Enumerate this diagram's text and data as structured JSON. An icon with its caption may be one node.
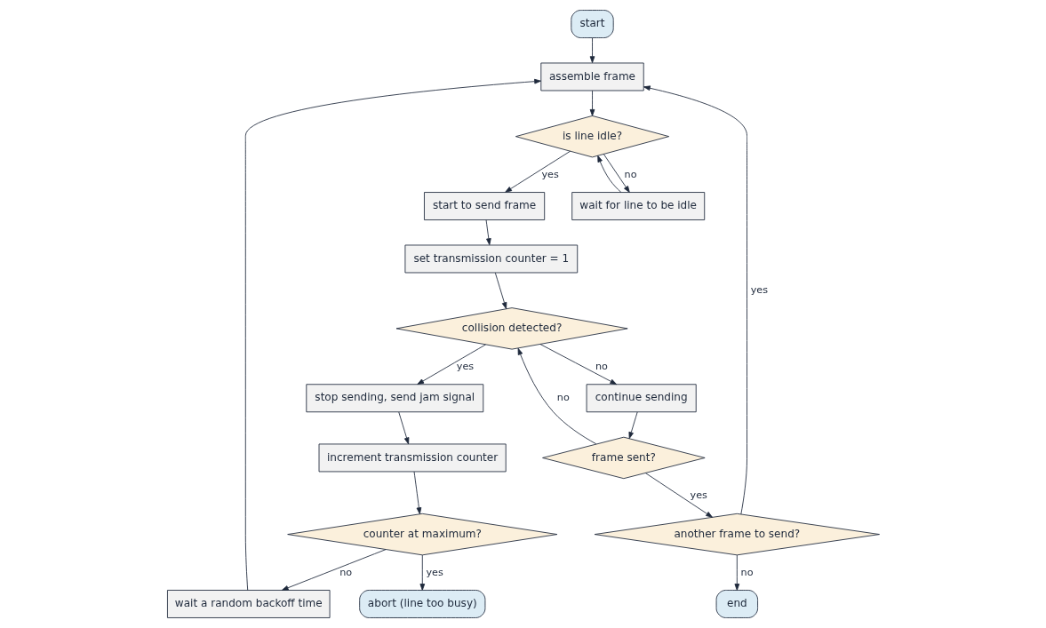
{
  "diagram": {
    "nodes": [
      {
        "text": [
          "start"
        ]
      },
      {
        "text": [
          "assemble frame"
        ]
      },
      {
        "text": [
          "is line idle?"
        ]
      },
      {
        "text": [
          "wait for line to be idle"
        ]
      },
      {
        "text": [
          "end"
        ]
      },
      {
        "text": [
          "abort (line too busy)"
        ]
      },
      {
        "text": [
          "counter at maximum?"
        ]
      },
      {
        "text": [
          "another frame to send?"
        ]
      },
      {
        "text": [
          "start to send frame"
        ]
      },
      {
        "text": [
          "wait a random backoff time"
        ]
      },
      {
        "text": [
          "increment transmission counter"
        ]
      },
      {
        "text": [
          "set transmission counter = 1"
        ]
      },
      {
        "text": [
          "frame sent?"
        ]
      },
      {
        "text": [
          "stop sending, send jam signal"
        ]
      },
      {
        "text": [
          "collision detected?"
        ]
      },
      {
        "text": [
          "continue sending"
        ]
      }
    ],
    "edges": [
      {
        "from": 0,
        "to": 1,
        "arrow": "to"
      },
      {
        "from": 1,
        "to": 2,
        "arrow": "to"
      },
      {
        "from": 2,
        "to": 3,
        "arrow": "to",
        "label": "no"
      },
      {
        "from": 3,
        "to": 2,
        "arrow": "to"
      },
      {
        "from": 2,
        "to": 8,
        "arrow": "to",
        "label": "yes"
      },
      {
        "from": 7,
        "to": 1,
        "arrow": "to",
        "label": "yes"
      },
      {
        "from": 7,
        "to": 4,
        "arrow": "to",
        "label": "no"
      },
      {
        "from": 8,
        "to": 11,
        "arrow": "to"
      },
      {
        "from": 11,
        "to": 14,
        "arrow": "to"
      },
      {
        "from": 14,
        "to": 13,
        "arrow": "to",
        "label": "yes"
      },
      {
        "from": 14,
        "to": 15,
        "arrow": "to",
        "label": "no"
      },
      {
        "from": 15,
        "to": 12,
        "arrow": "to"
      },
      {
        "from": 12,
        "to": 7,
        "arrow": "to",
        "label": "yes"
      },
      {
        "from": 12,
        "to": 14,
        "arrow": "to",
        "label": "no"
      },
      {
        "from": 13,
        "to": 10,
        "arrow": "to"
      },
      {
        "from": 10,
        "to": 6,
        "arrow": "to"
      },
      {
        "from": 6,
        "to": 5,
        "arrow": "to",
        "label": "yes"
      },
      {
        "from": 6,
        "to": 9,
        "arrow": "to",
        "label": "no"
      },
      {
        "from": 9,
        "to": 1,
        "arrow": "to"
      }
    ]
  }
}
